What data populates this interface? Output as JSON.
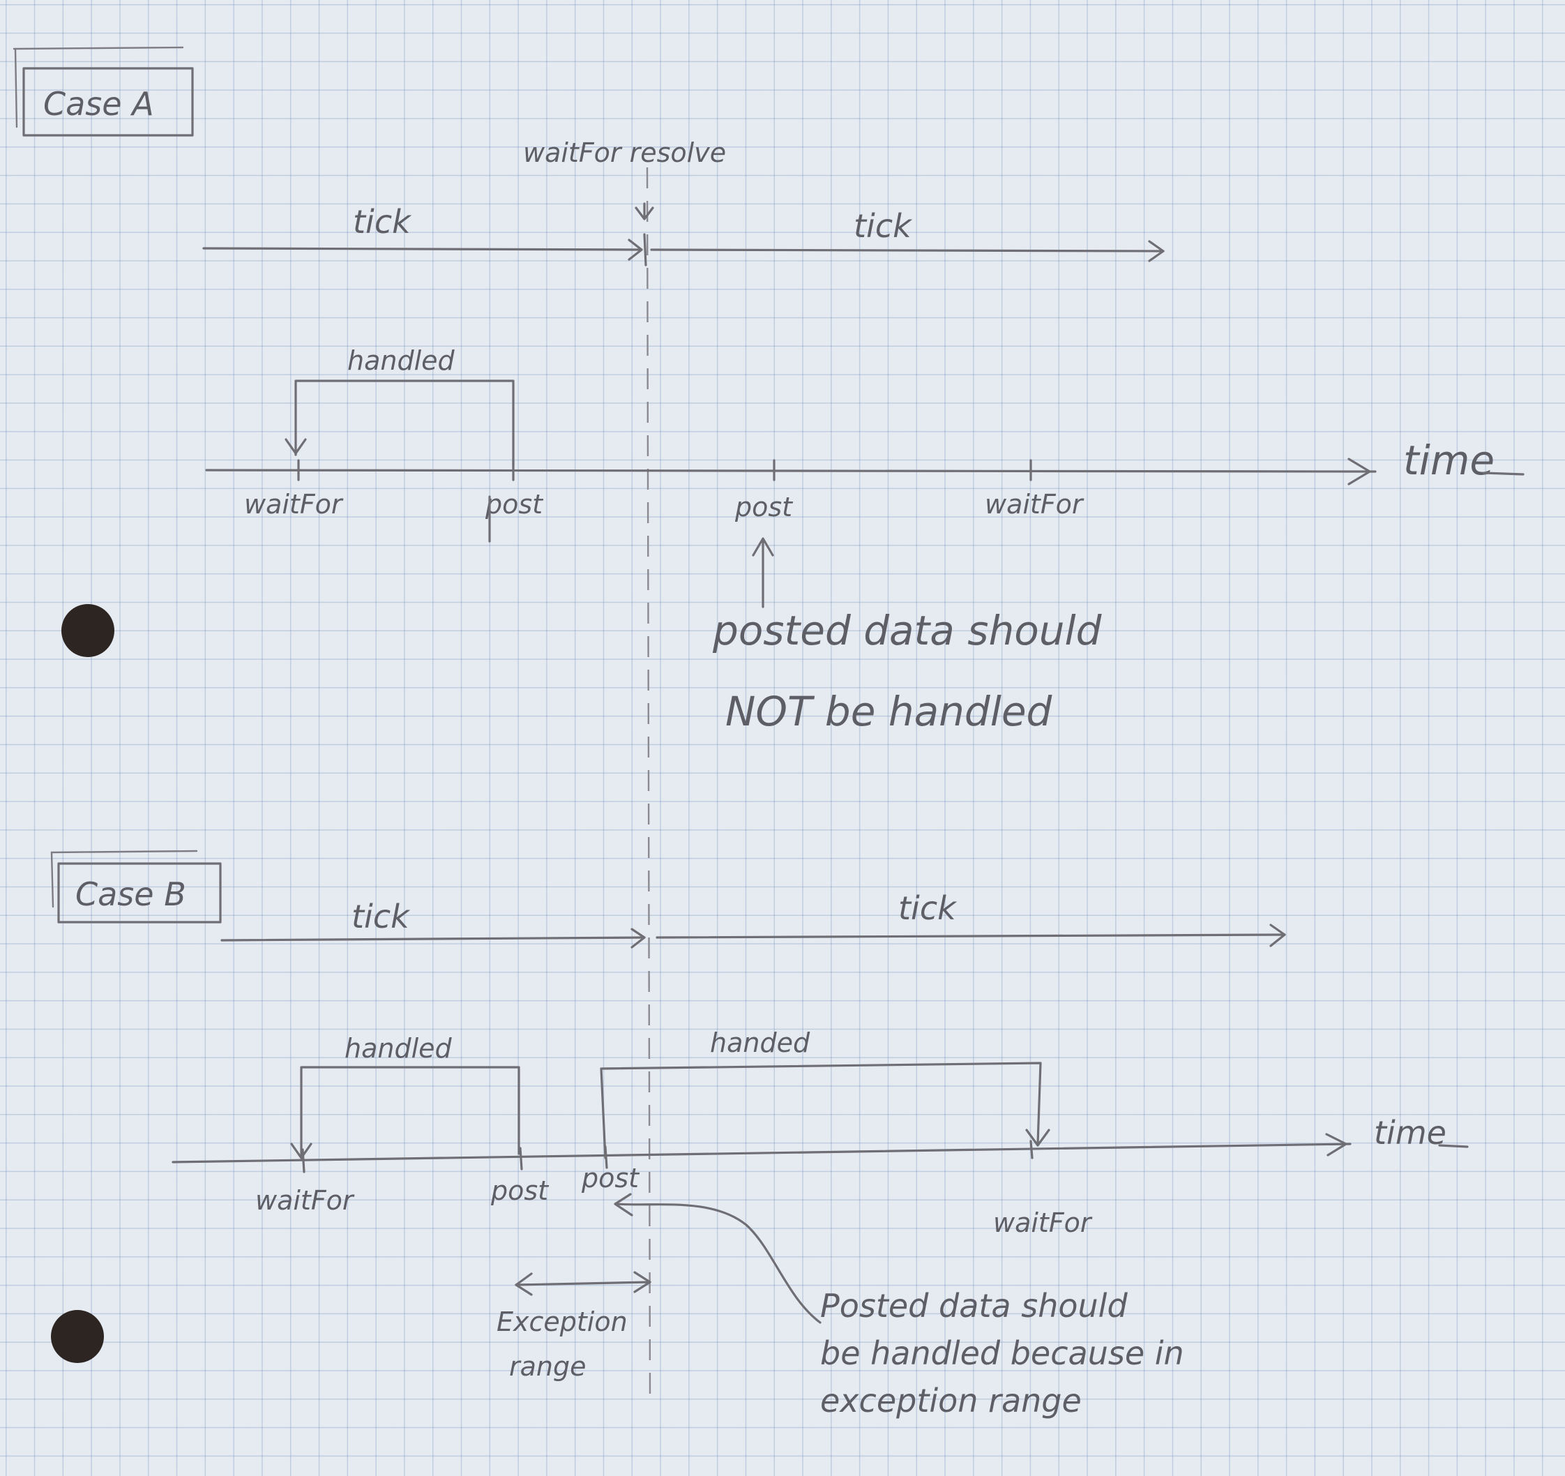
{
  "case_a": {
    "title": "Case A",
    "resolve_label": "waitFor resolve",
    "tick_left": "tick",
    "tick_right": "tick",
    "handled_label": "handled",
    "time_label": "time",
    "events": [
      "waitFor",
      "post",
      "post",
      "waitFor"
    ],
    "note_line1": "posted data should",
    "note_line2": "NOT be handled"
  },
  "case_b": {
    "title": "Case B",
    "tick_left": "tick",
    "tick_right": "tick",
    "handled_left": "handled",
    "handled_right": "handed",
    "time_label": "time",
    "events": [
      "waitFor",
      "post",
      "post",
      "waitFor"
    ],
    "exception_line1": "Exception",
    "exception_line2": "range",
    "note_line1": "Posted data should",
    "note_line2": "be handled because in",
    "note_line3": "exception range"
  },
  "colors": {
    "paper": "#e6ebf2",
    "grid": "#6987b4",
    "pencil": "#6e6e74",
    "punch_hole": "#2c2522"
  }
}
